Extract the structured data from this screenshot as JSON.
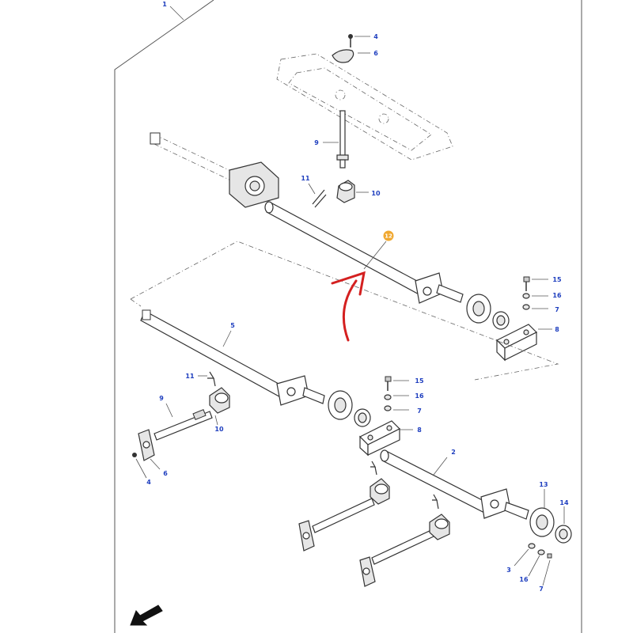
{
  "diagram": {
    "callouts": {
      "c1": "1",
      "c2": "2",
      "c3": "3",
      "c4a": "4",
      "c4b": "4",
      "c5": "5",
      "c6a": "6",
      "c6b": "6",
      "c7a": "7",
      "c7b": "7",
      "c7c": "7",
      "c8a": "8",
      "c8b": "8",
      "c9a": "9",
      "c9b": "9",
      "c10a": "10",
      "c10b": "10",
      "c11a": "11",
      "c11b": "11",
      "c12": "12",
      "c13": "13",
      "c14": "14",
      "c15a": "15",
      "c15b": "15",
      "c16a": "16",
      "c16b": "16",
      "c16c": "16"
    },
    "colors": {
      "callout_text": "#1f3fbf",
      "highlight_badge": "#f0a830",
      "red_arrow": "#d42020",
      "line": "#333333"
    },
    "icons": {
      "nav_arrow": "arrow-down-left-icon",
      "annotation_arrow": "red-curved-arrow-icon"
    }
  }
}
